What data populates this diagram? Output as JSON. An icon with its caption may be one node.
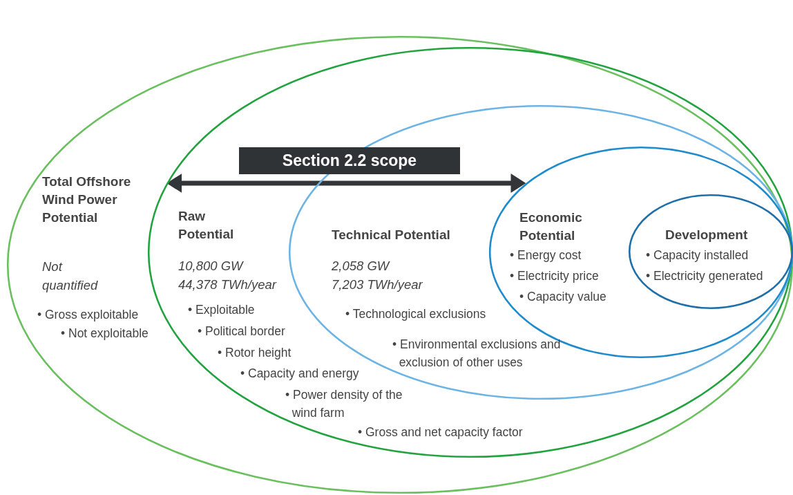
{
  "diagram": {
    "nodes": [
      {
        "text": [
          "Total Offshore Wind Power Potential",
          "Not quantified",
          "• Gross exploitable",
          "• Not exploitable"
        ]
      },
      {
        "text": [
          "Raw Potential",
          "10,800 GW",
          "44,378 TWh/year",
          "• Exploitable",
          "• Political border",
          "• Rotor height",
          "• Capacity and energy",
          "• Power density of the wind farm",
          "• Gross and net capacity factor"
        ],
        "in": 0
      },
      {
        "text": [
          "Technical Potential",
          "2,058 GW",
          "7,203 TWh/year",
          "• Technological exclusions",
          "• Environmental exclusions and exclusion of other uses"
        ],
        "in": 1
      },
      {
        "text": [
          "Economic Potential",
          "• Energy cost",
          "• Electricity price",
          "• Capacity value"
        ],
        "in": 2
      },
      {
        "text": [
          "Development",
          "• Capacity installed",
          "• Electricity generated"
        ],
        "in": 3
      }
    ],
    "edges": [
      {
        "from": 1,
        "to": 3,
        "arrow": "both",
        "label": "Section 2.2 scope"
      }
    ]
  }
}
